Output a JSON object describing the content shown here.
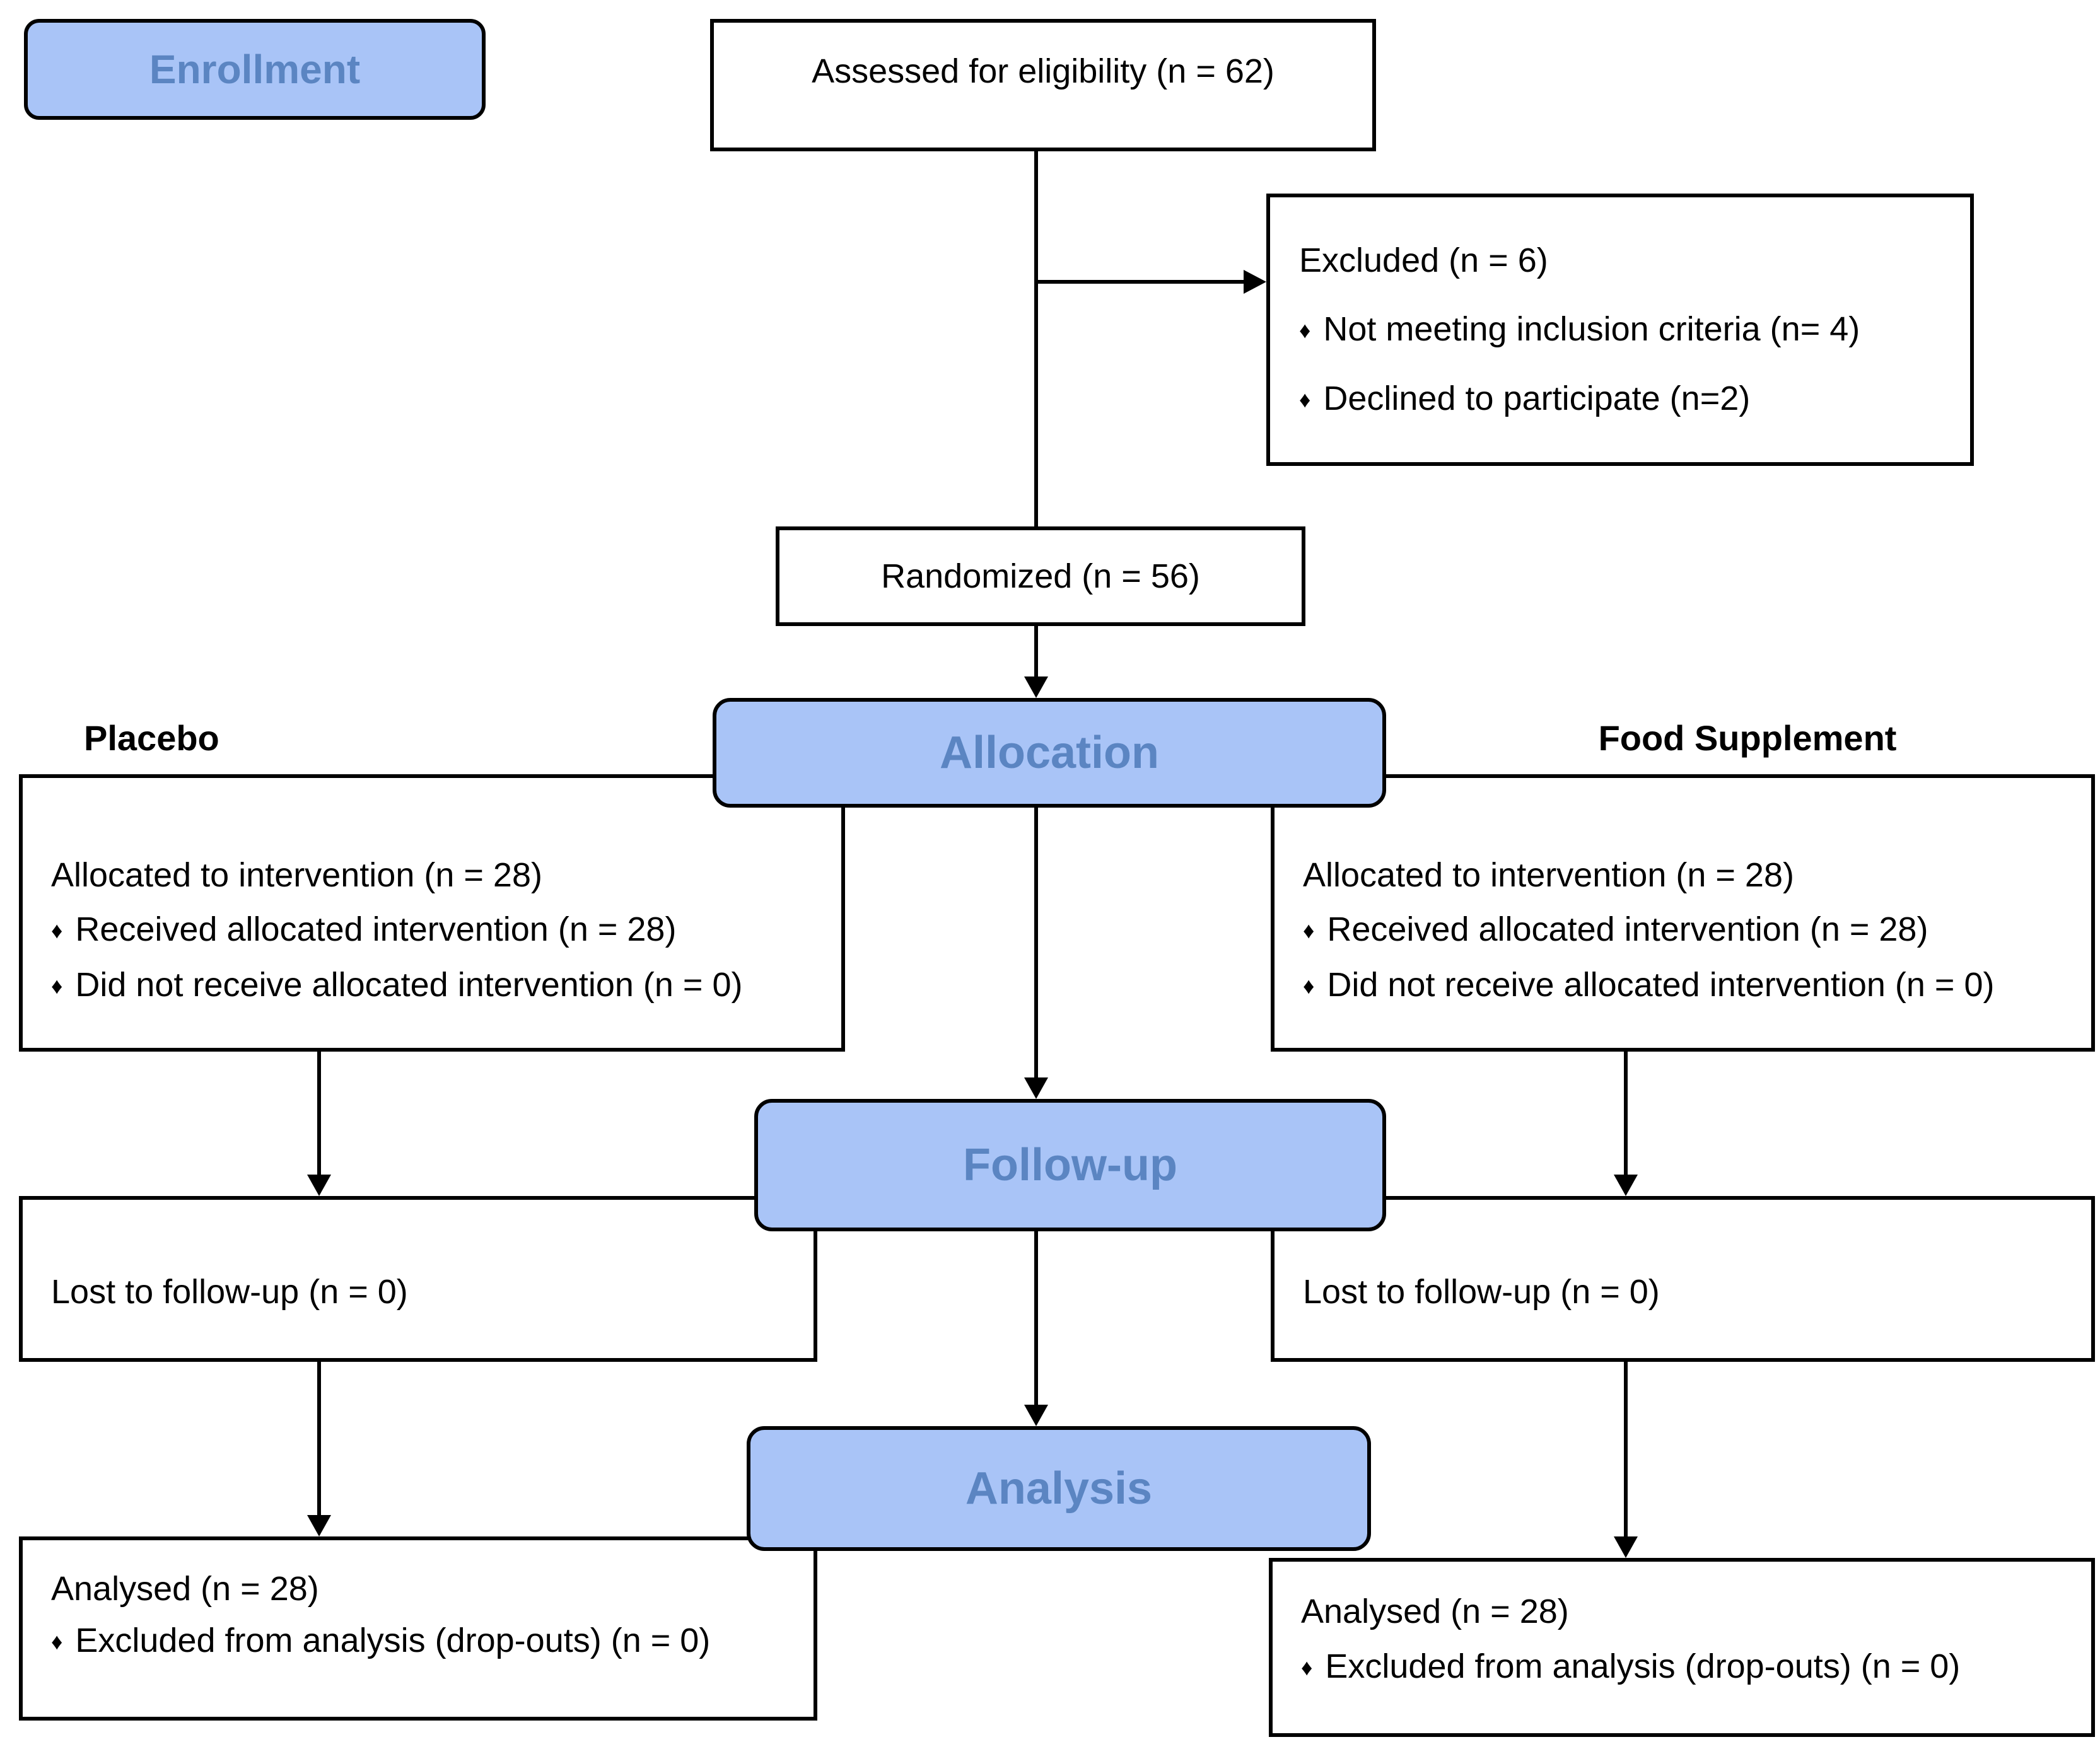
{
  "palette": {
    "banner_fill": "#a9c4f7",
    "banner_text": "#5b85c2",
    "line_color": "#000000",
    "box_background": "#ffffff",
    "body_text": "#000000"
  },
  "bullet": "♦",
  "stages": {
    "enrollment": "Enrollment",
    "allocation": "Allocation",
    "followup": "Follow-up",
    "analysis": "Analysis"
  },
  "groups": {
    "left": "Placebo",
    "right": "Food Supplement"
  },
  "boxes": {
    "assessed": {
      "text": "Assessed for eligibility (n = 62)"
    },
    "excluded": {
      "title": "Excluded (n = 6)",
      "items": [
        "Not meeting inclusion criteria (n= 4)",
        "Declined to participate (n=2)"
      ]
    },
    "randomized": {
      "text": "Randomized (n = 56)"
    },
    "alloc_left": {
      "title": "Allocated to intervention (n = 28)",
      "items": [
        "Received allocated intervention (n = 28)",
        "Did not receive allocated intervention (n = 0)"
      ]
    },
    "alloc_right": {
      "title": "Allocated to intervention (n = 28)",
      "items": [
        "Received allocated intervention (n = 28)",
        "Did not receive allocated intervention (n = 0)"
      ]
    },
    "lost_left": {
      "text": "Lost to follow-up (n = 0)"
    },
    "lost_right": {
      "text": "Lost to follow-up (n = 0)"
    },
    "analysed_left": {
      "title": "Analysed (n = 28)",
      "items": [
        "Excluded from analysis (drop-outs) (n = 0)"
      ]
    },
    "analysed_right": {
      "title": "Analysed (n = 28)",
      "items": [
        "Excluded from analysis (drop-outs) (n = 0)"
      ]
    }
  }
}
